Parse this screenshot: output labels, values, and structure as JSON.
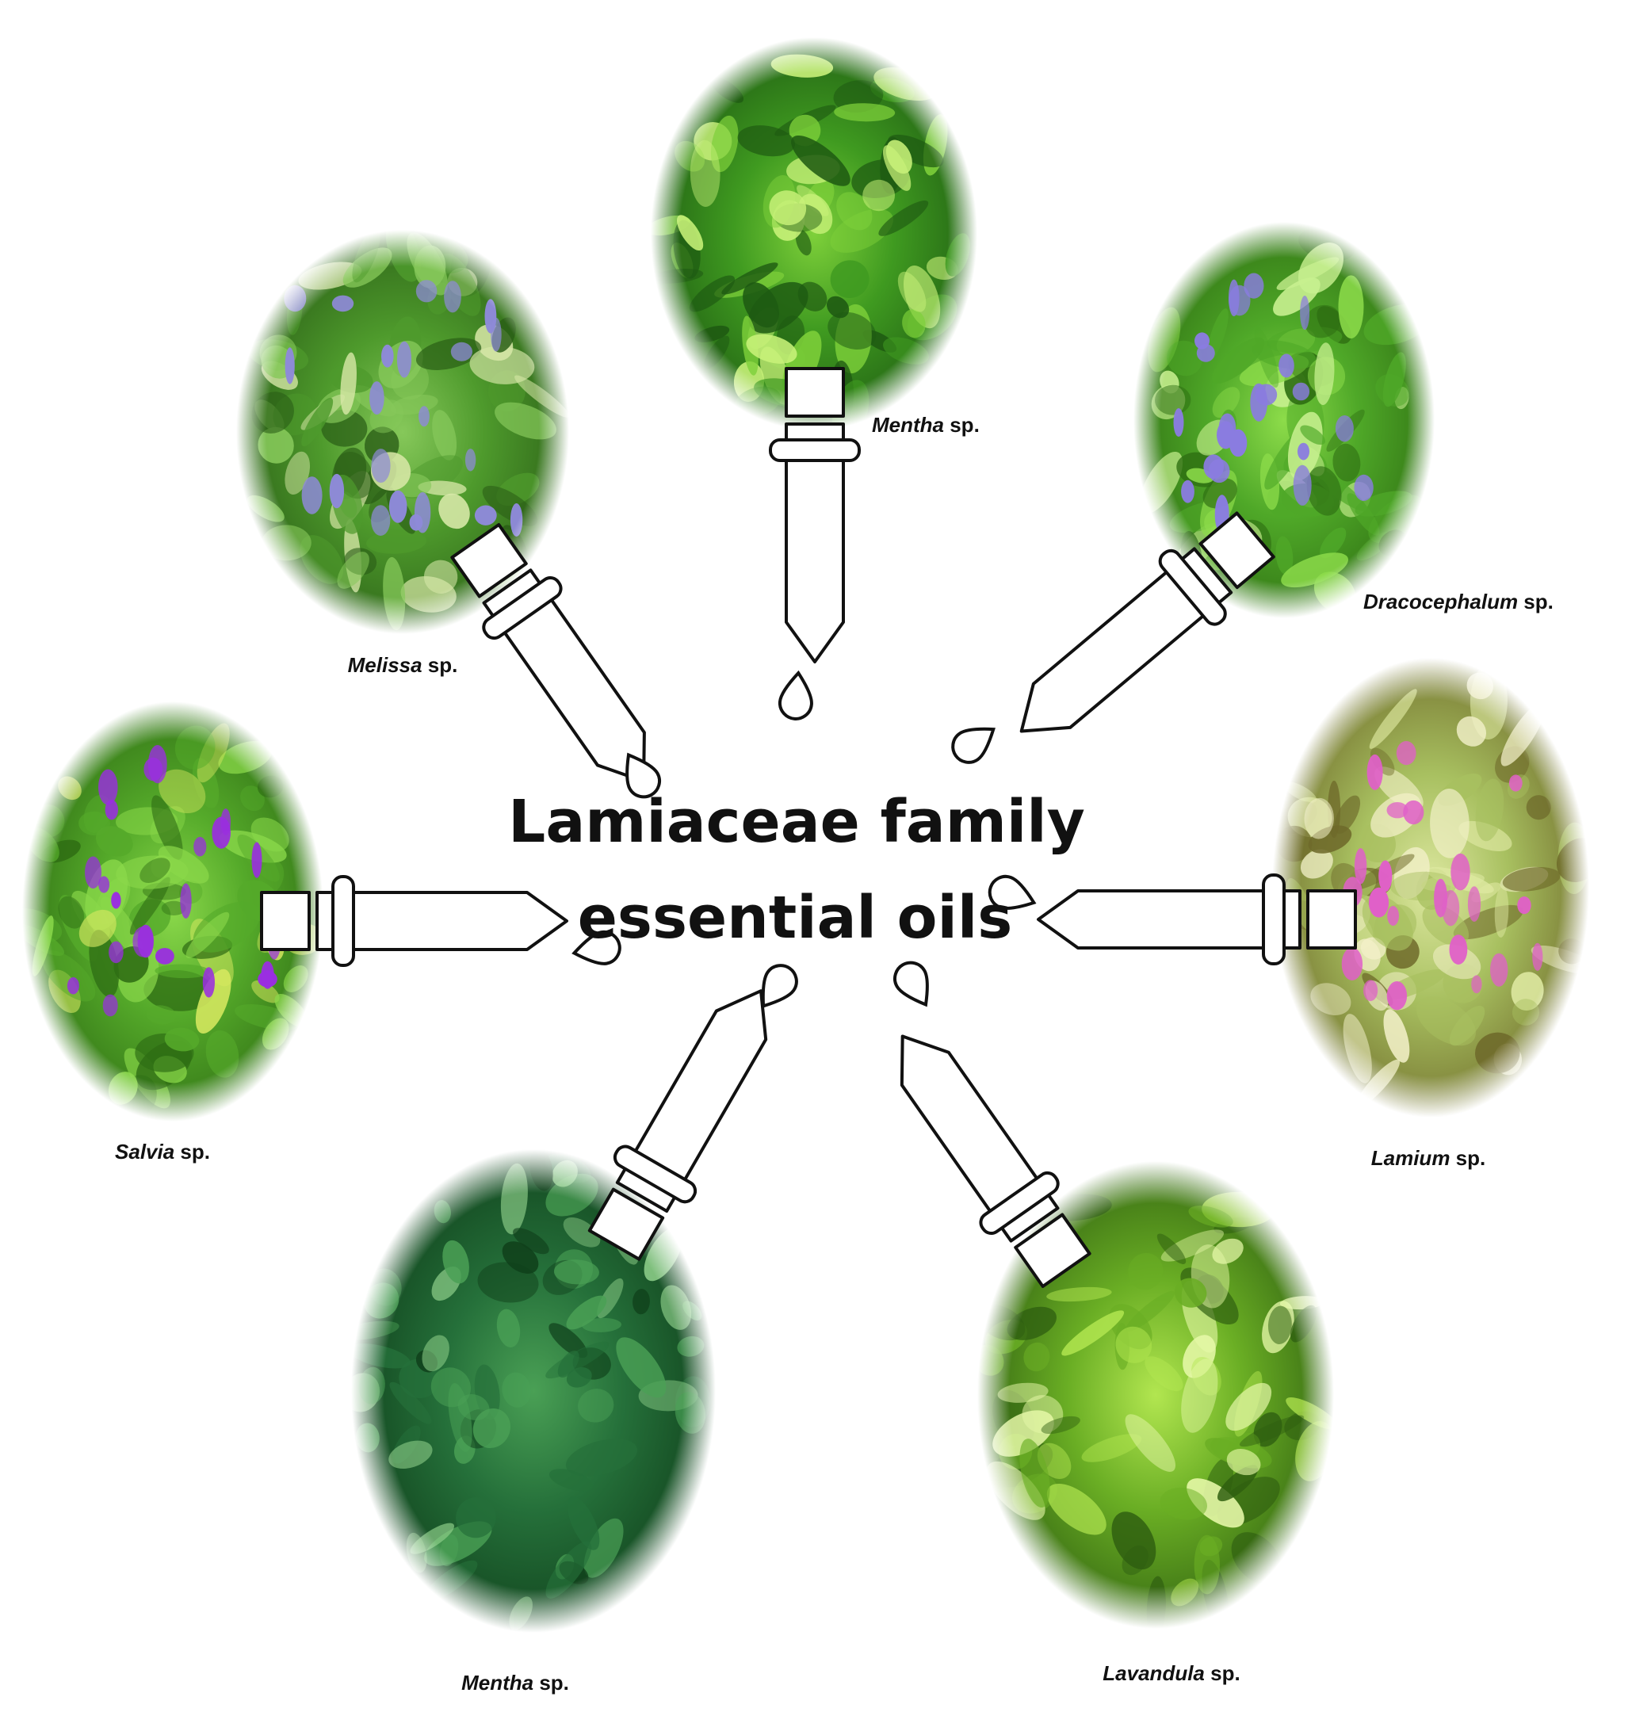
{
  "title": {
    "line1": "Lamiaceae family",
    "line2": "essential oils"
  },
  "colors": {
    "stroke": "#111111",
    "background": "#ffffff"
  },
  "plants": [
    {
      "id": "mentha-top",
      "genus": "Mentha",
      "suffix": " sp.",
      "icon": "mint-leaves-photo",
      "palette": [
        "#1e5a12",
        "#3f9a20",
        "#7ed03a",
        "#c9f27a"
      ],
      "accent": ""
    },
    {
      "id": "dracocephalum",
      "genus": "Dracocephalum",
      "suffix": " sp.",
      "icon": "dragonhead-photo",
      "palette": [
        "#2e6e12",
        "#4fa828",
        "#8ddc4a",
        "#c8f090"
      ],
      "accent": "#8a7ce0"
    },
    {
      "id": "lamium",
      "genus": "Lamium",
      "suffix": " sp.",
      "icon": "deadnettle-photo",
      "palette": [
        "#6e6a2a",
        "#a8c060",
        "#dde8a0",
        "#f2f0c8"
      ],
      "accent": "#e060c8"
    },
    {
      "id": "lavandula",
      "genus": "Lavandula",
      "suffix": " sp.",
      "icon": "lavender-meadow-photo",
      "palette": [
        "#2e5e10",
        "#6aae24",
        "#b2e650",
        "#e6f8a8"
      ],
      "accent": ""
    },
    {
      "id": "mentha-bottom",
      "genus": "Mentha",
      "suffix": " sp.",
      "icon": "spearmint-photo",
      "palette": [
        "#0f3f1a",
        "#25703a",
        "#4aa055",
        "#8fd08a"
      ],
      "accent": ""
    },
    {
      "id": "salvia",
      "genus": "Salvia",
      "suffix": " sp.",
      "icon": "sage-flowers-photo",
      "palette": [
        "#2f6e14",
        "#55aa2a",
        "#8ad84a",
        "#d6e860"
      ],
      "accent": "#9a2ee0"
    },
    {
      "id": "melissa",
      "genus": "Melissa",
      "suffix": " sp.",
      "icon": "lemon-balm-photo",
      "palette": [
        "#2a5e16",
        "#4e9a2c",
        "#86c85a",
        "#d8e8a8"
      ],
      "accent": "#8e8ad8"
    }
  ]
}
